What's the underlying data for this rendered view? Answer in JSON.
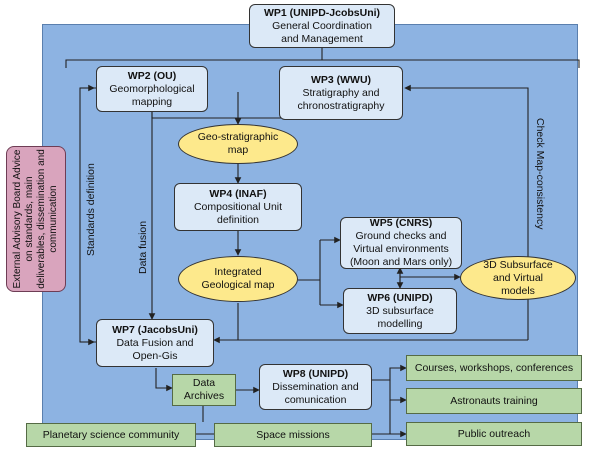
{
  "wp1": {
    "code": "WP1 (UNIPD-JcobsUni)",
    "title": "General Coordination and Management"
  },
  "wp2": {
    "code": "WP2 (OU)",
    "title": "Geomorphological mapping"
  },
  "wp3": {
    "code": "WP3 (WWU)",
    "title": "Stratigraphy and chronostratigraphy"
  },
  "wp4": {
    "code": "WP4 (INAF)",
    "title": "Compositional Unit definition"
  },
  "wp5": {
    "code": "WP5 (CNRS)",
    "title": "Ground checks and Virtual environments (Moon and Mars only)"
  },
  "wp6": {
    "code": "WP6 (UNIPD)",
    "title": "3D subsurface modelling"
  },
  "wp7": {
    "code": "WP7 (JacobsUni)",
    "title": "Data Fusion and Open-Gis"
  },
  "wp8": {
    "code": "WP8 (UNIPD)",
    "title": "Dissemination and comunication"
  },
  "ellipses": {
    "geo_map": "Geo-stratigraphic map",
    "integrated_map": "Integrated Geological map",
    "subsurface": "3D Subsurface and Virtual models"
  },
  "green": {
    "data_archives": "Data Archives",
    "courses": "Courses, workshops, conferences",
    "astronauts": "Astronauts training",
    "public": "Public outreach",
    "planetary": "Planetary science community",
    "space": "Space missions"
  },
  "advisory": {
    "text": "External Advisory Board Advice on standards, main deliverables, dissemination and communication"
  },
  "labels": {
    "standards": "Standards definition",
    "data_fusion": "Data fusion",
    "consistency": "Check Map-consistency"
  }
}
